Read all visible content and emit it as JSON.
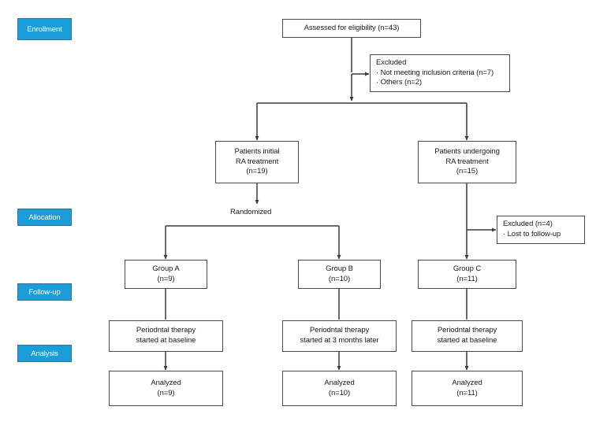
{
  "diagram": {
    "title": "CONSORT participant flow diagram",
    "colors": {
      "stage_fill": "#1b9dd9",
      "stage_border": "#3b6f8c",
      "stage_text": "#ffffff",
      "box_border": "#4a4a4a",
      "box_fill": "#ffffff",
      "text": "#1a1a1a",
      "connector": "#3a3a3a"
    },
    "stages": [
      {
        "id": "enrollment",
        "label": "Enrollment"
      },
      {
        "id": "allocation",
        "label": "Allocation"
      },
      {
        "id": "followup",
        "label": "Follow-up"
      },
      {
        "id": "analysis",
        "label": "Analysis"
      }
    ],
    "free_labels": [
      {
        "id": "randomized",
        "text": "Randomized"
      }
    ],
    "nodes": {
      "assessed": {
        "lines": [
          "Assessed for eligibility (n=43)"
        ]
      },
      "excluded_top": {
        "lines": [
          "Excluded",
          "· Not meeting inclusion criteria (n=7)",
          "· Others (n=2)"
        ]
      },
      "initial_ra": {
        "lines": [
          "Patients initial",
          "RA treatment",
          "(n=19)"
        ]
      },
      "undergoing_ra": {
        "lines": [
          "Patients undergoing",
          "RA treatment",
          "(n=15)"
        ]
      },
      "excluded_right": {
        "lines": [
          "Excluded (n=4)",
          "· Lost to follow-up"
        ]
      },
      "group_a": {
        "lines": [
          "Group A",
          "(n=9)"
        ]
      },
      "group_b": {
        "lines": [
          "Group B",
          "(n=10)"
        ]
      },
      "group_c": {
        "lines": [
          "Group C",
          "(n=11)"
        ]
      },
      "therapy_a": {
        "lines": [
          "Periodntal therapy",
          "started at baseline"
        ]
      },
      "therapy_b": {
        "lines": [
          "Periodntal therapy",
          "started at 3 months later"
        ]
      },
      "therapy_c": {
        "lines": [
          "Periodntal therapy",
          "started at baseline"
        ]
      },
      "analyzed_a": {
        "lines": [
          "Analyzed",
          "(n=9)"
        ]
      },
      "analyzed_b": {
        "lines": [
          "Analyzed",
          "(n=10)"
        ]
      },
      "analyzed_c": {
        "lines": [
          "Analyzed",
          "(n=11)"
        ]
      }
    }
  }
}
